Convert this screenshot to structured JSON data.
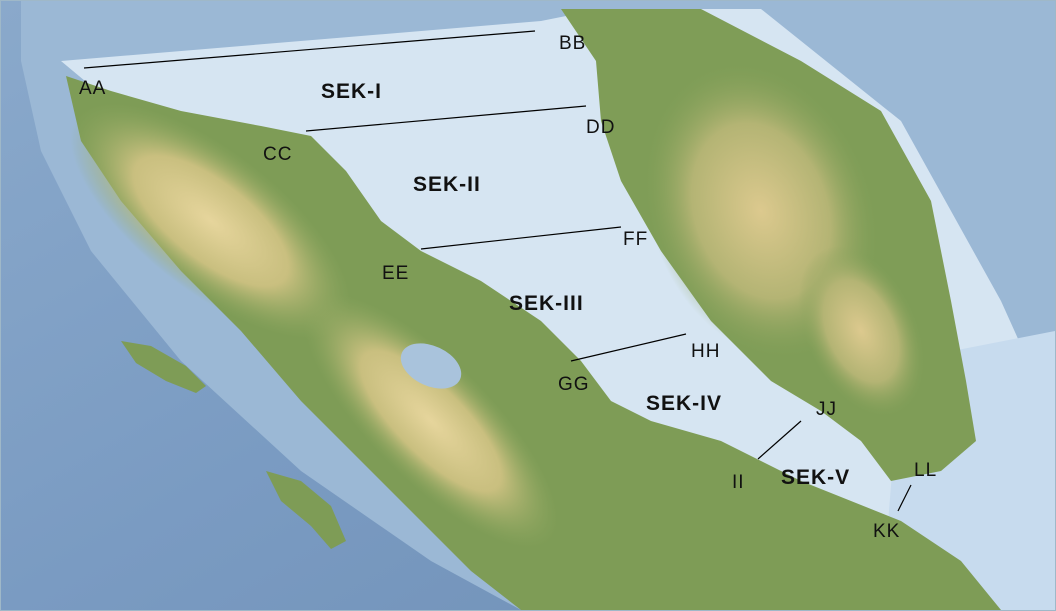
{
  "map": {
    "sectors": [
      {
        "id": "sek-1",
        "label": "SEK-I"
      },
      {
        "id": "sek-2",
        "label": "SEK-II"
      },
      {
        "id": "sek-3",
        "label": "SEK-III"
      },
      {
        "id": "sek-4",
        "label": "SEK-IV"
      },
      {
        "id": "sek-5",
        "label": "SEK-V"
      }
    ],
    "points": {
      "aa": "AA",
      "bb": "BB",
      "cc": "CC",
      "dd": "DD",
      "ee": "EE",
      "ff": "FF",
      "gg": "GG",
      "hh": "HH",
      "ii": "II",
      "jj": "JJ",
      "kk": "KK",
      "ll": "LL"
    },
    "colors": {
      "deep_sea": "#6f8fb5",
      "mid_sea": "#a3bfd9",
      "shallow_sea": "#dbe8f4",
      "lowland": "#7c9b55",
      "hill": "#a7b46e",
      "highland": "#d6c98c",
      "peak": "#e2d29a"
    }
  }
}
